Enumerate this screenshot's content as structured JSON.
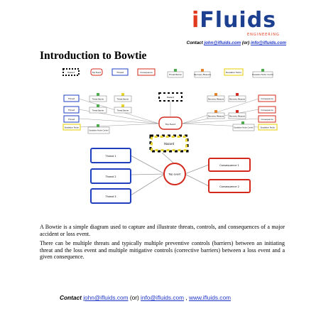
{
  "logo": {
    "i": "i",
    "rest": "Fluids",
    "sub": "ENGINEERING"
  },
  "contact_top": {
    "label": "Contact",
    "email1": "john@ifluids.com",
    "or": "(or)",
    "email2": "info@ifluids.com"
  },
  "title": "Introduction to Bowtie",
  "diagram": {
    "legend": [
      "Hazard",
      "Top Event",
      "Threat",
      "Consequence",
      "Threat Barrier",
      "Recovery Measure",
      "Escalation Factor",
      "Escalation Factor Control"
    ],
    "top_hazard": "Hazard",
    "top_event": "Top Event",
    "top_threats": [
      "Threat",
      "Threat",
      "Threat",
      "Escalation Factor"
    ],
    "top_threat_barriers": [
      "Threat Barrier",
      "Threat Barrier",
      "Threat Barrier",
      "Threat Barrier",
      "Escalation Factor Control"
    ],
    "top_recovery": [
      "Recovery Measure",
      "Recovery Measure",
      "Recovery Measure",
      "Recovery Measure",
      "Escalation Factor Control"
    ],
    "top_consequences": [
      "Consequence",
      "Consequence",
      "Consequence",
      "Escalation Factor"
    ],
    "hazard": "Hazard",
    "event": "Top event",
    "threats": [
      "Threat 1",
      "Threat 2",
      "Threat 3"
    ],
    "consequences": [
      "Consequence 1",
      "Consequence 2"
    ]
  },
  "para1": "A Bowtie is a simple diagram used to capture and illustrate threats, controls, and consequences of a major accident or loss event.",
  "para2": "There can be multiple threats and typically multiple preventive controls (barriers) between an initiating threat and the loss event and multiple mitigative controls (corrective barriers) between a loss event and a given consequence.",
  "contact_bottom": {
    "label": "Contact",
    "email1": "john@ifluids.com",
    "or": "(or)",
    "email2": "info@ifluids.com",
    "sep": " , ",
    "web": "www.ifluids.com"
  },
  "colors": {
    "brand_blue": "#1d3f8f",
    "brand_red": "#e03a1e",
    "link": "#2036c8",
    "threat": "#1f3fbf",
    "consequence": "#d42a1d"
  }
}
